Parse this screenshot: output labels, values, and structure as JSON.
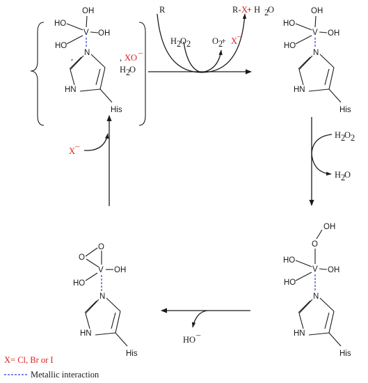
{
  "colors": {
    "accent_red": "#d81e1e",
    "metal_blue": "#2a3bd6",
    "ink": "#1a1a1a"
  },
  "atoms": {
    "oh": "OH",
    "ho": "HO",
    "o": "O",
    "v": "V",
    "n": "N",
    "hn": "HN",
    "his": "His"
  },
  "reagents": {
    "r": "R",
    "rx_prefix": "R-",
    "x": "X",
    "rx_suffix": " + H",
    "h2o_2": "2",
    "h2o_o": "O",
    "h2o2_h": "H",
    "h2o2_sub2": "2",
    "h2o2_o": "O",
    "o2_o": "O",
    "o2_sub": "2",
    "o2_plus": " + ",
    "x_minus_x": "X",
    "minus": "–",
    "comma": ",",
    "xo_minus": "XO",
    "h2o_h": "H",
    "ho_minus": "HO"
  },
  "legend": {
    "x_definition": "X= Cl, Br or I",
    "metallic_interaction": "Metallic interaction"
  }
}
